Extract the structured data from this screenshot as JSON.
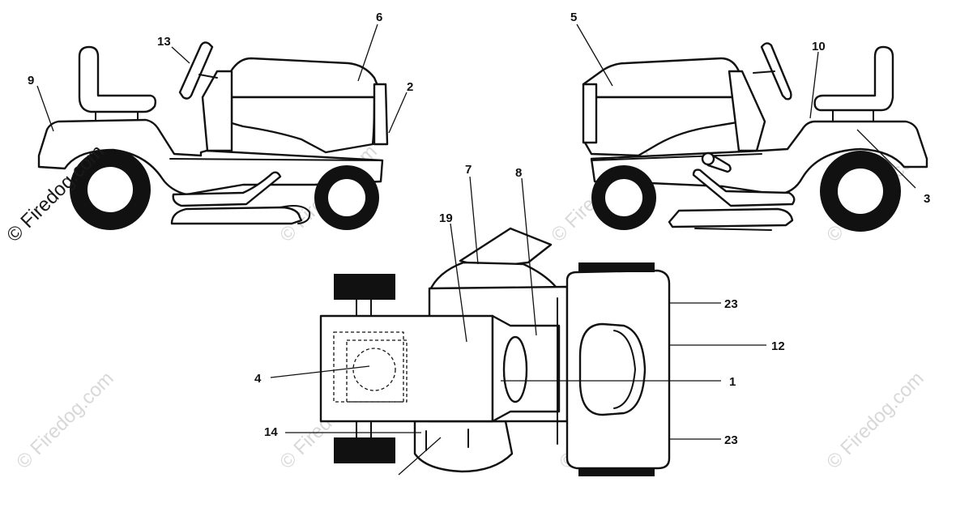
{
  "diagram": {
    "callouts": {
      "c1": "1",
      "c2": "2",
      "c3": "3",
      "c4": "4",
      "c5": "5",
      "c6": "6",
      "c7": "7",
      "c8": "8",
      "c9": "9",
      "c10": "10",
      "c12": "12",
      "c13": "13",
      "c14": "14",
      "c19": "19",
      "c23a": "23",
      "c23b": "23"
    },
    "views": [
      "left-side-view",
      "right-side-view",
      "top-view"
    ]
  },
  "watermark": {
    "text": "© Firedog.com"
  }
}
